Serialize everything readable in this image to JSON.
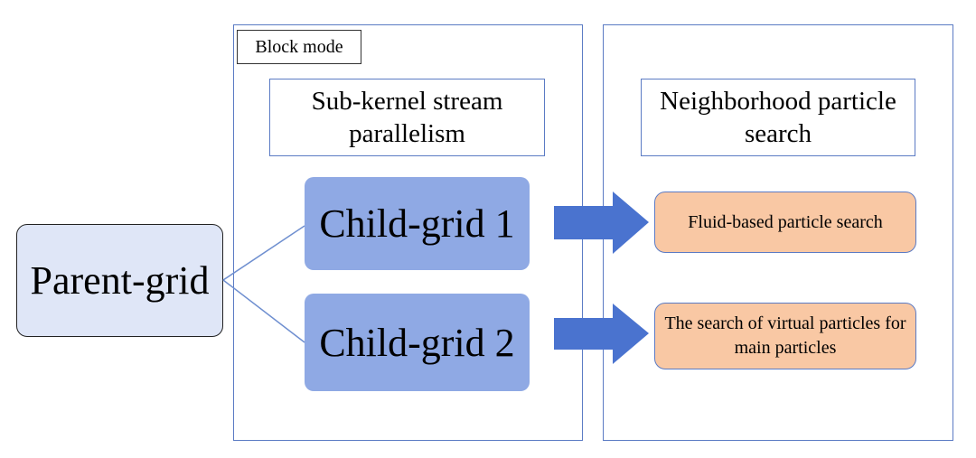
{
  "diagram": {
    "parent": {
      "label": "Parent-grid"
    },
    "block_mode": {
      "label": "Block mode"
    },
    "left_panel": {
      "heading": "Sub-kernel stream parallelism",
      "children": [
        {
          "label": "Child-grid 1"
        },
        {
          "label": "Child-grid 2"
        }
      ]
    },
    "right_panel": {
      "heading": "Neighborhood particle search",
      "results": [
        {
          "label": "Fluid-based particle search"
        },
        {
          "label": "The search of virtual particles for main particles"
        }
      ]
    },
    "colors": {
      "panel_border": "#5b7bc4",
      "child_fill": "#8fa9e4",
      "parent_fill": "#dfe6f7",
      "result_fill": "#f9c8a4",
      "arrow_fill": "#4a73cf",
      "connector": "#6f8fd0"
    }
  }
}
